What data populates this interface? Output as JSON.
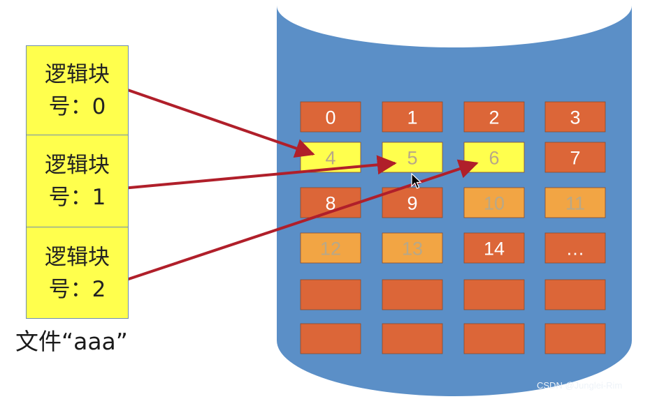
{
  "logical_blocks": [
    {
      "line1": "逻辑块",
      "line2": "号：0"
    },
    {
      "line1": "逻辑块",
      "line2": "号：1"
    },
    {
      "line1": "逻辑块",
      "line2": "号：2"
    }
  ],
  "file_label": "文件“aaa”",
  "physical_blocks": [
    {
      "label": "0",
      "state": "free"
    },
    {
      "label": "1",
      "state": "free"
    },
    {
      "label": "2",
      "state": "free"
    },
    {
      "label": "3",
      "state": "free"
    },
    {
      "label": "4",
      "state": "file"
    },
    {
      "label": "5",
      "state": "file"
    },
    {
      "label": "6",
      "state": "file"
    },
    {
      "label": "7",
      "state": "free"
    },
    {
      "label": "8",
      "state": "free"
    },
    {
      "label": "9",
      "state": "free"
    },
    {
      "label": "10",
      "state": "used"
    },
    {
      "label": "11",
      "state": "used"
    },
    {
      "label": "12",
      "state": "used"
    },
    {
      "label": "13",
      "state": "used"
    },
    {
      "label": "14",
      "state": "free"
    },
    {
      "label": "…",
      "state": "free"
    },
    {
      "label": "",
      "state": "free"
    },
    {
      "label": "",
      "state": "free"
    },
    {
      "label": "",
      "state": "free"
    },
    {
      "label": "",
      "state": "free"
    },
    {
      "label": "",
      "state": "free"
    },
    {
      "label": "",
      "state": "free"
    },
    {
      "label": "",
      "state": "free"
    },
    {
      "label": "",
      "state": "free"
    }
  ],
  "mappings": [
    {
      "from": 0,
      "to": 4
    },
    {
      "from": 1,
      "to": 5
    },
    {
      "from": 2,
      "to": 6
    }
  ],
  "colors": {
    "disk": "#5b8fc7",
    "free": "#dc6638",
    "file": "#ffff4d",
    "used": "#f2a544",
    "arrow": "#b01f2a",
    "block_text_light": "#ffffff",
    "block_text_dim": "#b8a888"
  },
  "watermark": "CSDN @Junglei-Rim"
}
